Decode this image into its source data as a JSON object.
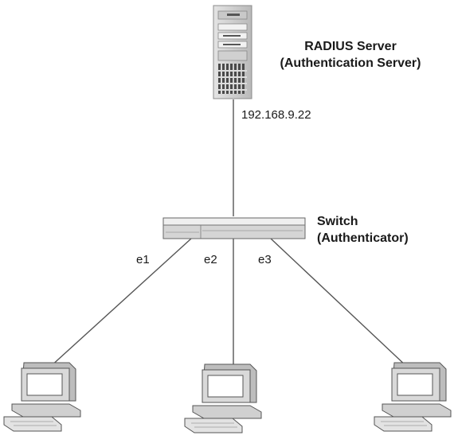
{
  "server": {
    "title": "RADIUS Server",
    "subtitle": "(Authentication Server)",
    "ip": "192.168.9.22",
    "icon": "server-tower-icon"
  },
  "switch": {
    "title": "Switch",
    "subtitle": "(Authenticator)",
    "icon": "network-switch-icon"
  },
  "ports": [
    "e1",
    "e2",
    "e3"
  ],
  "clients": [
    {
      "icon": "desktop-computer-icon"
    },
    {
      "icon": "desktop-computer-icon"
    },
    {
      "icon": "desktop-computer-icon"
    }
  ],
  "colors": {
    "line": "#555555",
    "device_fill": "#d9d9d9",
    "device_shadow": "#a8a8a8",
    "screen": "#ffffff"
  }
}
